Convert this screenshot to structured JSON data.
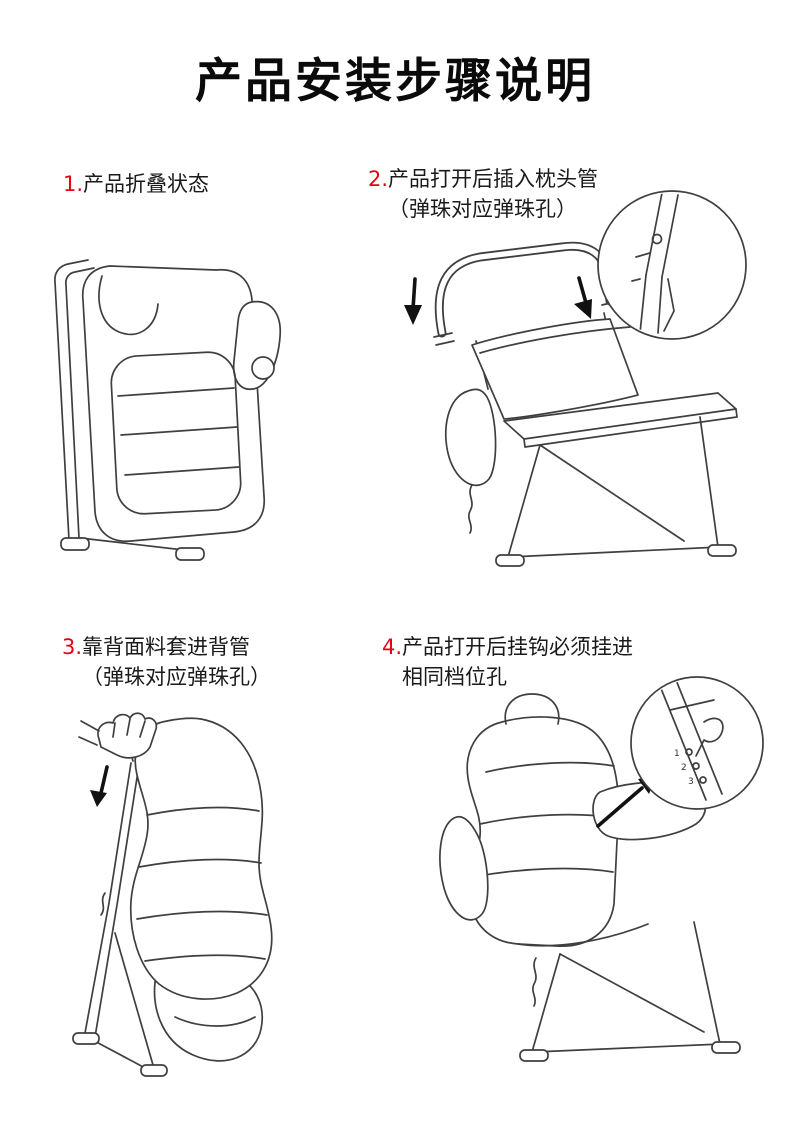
{
  "page": {
    "title": "产品安装步骤说明"
  },
  "colors": {
    "accent_red": "#e60012",
    "ink": "#1a1a1a",
    "line": "#3f3f3f",
    "background": "#ffffff"
  },
  "steps": [
    {
      "number": "1.",
      "lines": [
        "产品折叠状态"
      ]
    },
    {
      "number": "2.",
      "lines": [
        "产品打开后插入枕头管",
        "（弹珠对应弹珠孔）"
      ]
    },
    {
      "number": "3.",
      "lines": [
        "靠背面料套进背管",
        "（弹珠对应弹珠孔）"
      ]
    },
    {
      "number": "4.",
      "lines": [
        "产品打开后挂钩必须挂进",
        "相同档位孔"
      ]
    }
  ],
  "art": {
    "hole_labels": [
      "1",
      "2",
      "3"
    ]
  }
}
